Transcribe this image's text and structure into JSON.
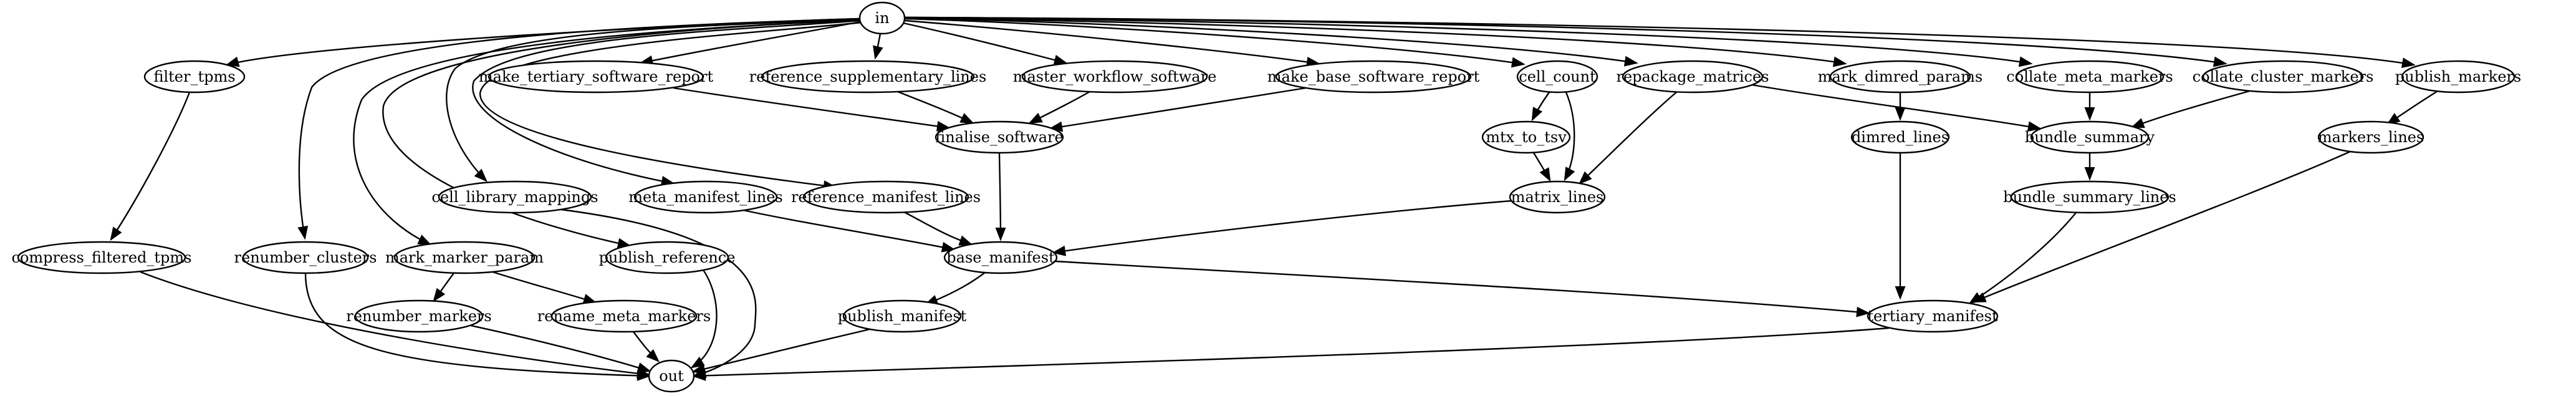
{
  "diagram": {
    "nodes": [
      {
        "id": "in",
        "label": "in"
      },
      {
        "id": "filter_tpms",
        "label": "filter_tpms"
      },
      {
        "id": "make_tertiary_software_report",
        "label": "make_tertiary_software_report"
      },
      {
        "id": "reference_supplementary_lines",
        "label": "reference_supplementary_lines"
      },
      {
        "id": "master_workflow_software",
        "label": "master_workflow_software"
      },
      {
        "id": "make_base_software_report",
        "label": "make_base_software_report"
      },
      {
        "id": "cell_count",
        "label": "cell_count"
      },
      {
        "id": "repackage_matrices",
        "label": "repackage_matrices"
      },
      {
        "id": "mark_dimred_params",
        "label": "mark_dimred_params"
      },
      {
        "id": "collate_meta_markers",
        "label": "collate_meta_markers"
      },
      {
        "id": "collate_cluster_markers",
        "label": "collate_cluster_markers"
      },
      {
        "id": "publish_markers",
        "label": "publish_markers"
      },
      {
        "id": "finalise_software",
        "label": "finalise_software"
      },
      {
        "id": "mtx_to_tsv",
        "label": "mtx_to_tsv"
      },
      {
        "id": "dimred_lines",
        "label": "dimred_lines"
      },
      {
        "id": "bundle_summary",
        "label": "bundle_summary"
      },
      {
        "id": "markers_lines",
        "label": "markers_lines"
      },
      {
        "id": "cell_library_mappings",
        "label": "cell_library_mappings"
      },
      {
        "id": "meta_manifest_lines",
        "label": "meta_manifest_lines"
      },
      {
        "id": "reference_manifest_lines",
        "label": "reference_manifest_lines"
      },
      {
        "id": "matrix_lines",
        "label": "matrix_lines"
      },
      {
        "id": "bundle_summary_lines",
        "label": "bundle_summary_lines"
      },
      {
        "id": "compress_filtered_tpms",
        "label": "compress_filtered_tpms"
      },
      {
        "id": "renumber_clusters",
        "label": "renumber_clusters"
      },
      {
        "id": "mark_marker_param",
        "label": "mark_marker_param"
      },
      {
        "id": "publish_reference",
        "label": "publish_reference"
      },
      {
        "id": "base_manifest",
        "label": "base_manifest"
      },
      {
        "id": "renumber_markers",
        "label": "renumber_markers"
      },
      {
        "id": "rename_meta_markers",
        "label": "rename_meta_markers"
      },
      {
        "id": "publish_manifest",
        "label": "publish_manifest"
      },
      {
        "id": "tertiary_manifest",
        "label": "tertiary_manifest"
      },
      {
        "id": "out",
        "label": "out"
      }
    ],
    "edges": [
      {
        "from": "in",
        "to": "filter_tpms"
      },
      {
        "from": "in",
        "to": "make_tertiary_software_report"
      },
      {
        "from": "in",
        "to": "reference_supplementary_lines"
      },
      {
        "from": "in",
        "to": "master_workflow_software"
      },
      {
        "from": "in",
        "to": "make_base_software_report"
      },
      {
        "from": "in",
        "to": "cell_count"
      },
      {
        "from": "in",
        "to": "repackage_matrices"
      },
      {
        "from": "in",
        "to": "mark_dimred_params"
      },
      {
        "from": "in",
        "to": "collate_meta_markers"
      },
      {
        "from": "in",
        "to": "collate_cluster_markers"
      },
      {
        "from": "in",
        "to": "publish_markers"
      },
      {
        "from": "in",
        "to": "cell_library_mappings"
      },
      {
        "from": "in",
        "to": "meta_manifest_lines"
      },
      {
        "from": "in",
        "to": "reference_manifest_lines"
      },
      {
        "from": "in",
        "to": "renumber_clusters"
      },
      {
        "from": "in",
        "to": "mark_marker_param"
      },
      {
        "from": "in",
        "to": "publish_reference"
      },
      {
        "from": "filter_tpms",
        "to": "compress_filtered_tpms"
      },
      {
        "from": "make_tertiary_software_report",
        "to": "finalise_software"
      },
      {
        "from": "reference_supplementary_lines",
        "to": "finalise_software"
      },
      {
        "from": "master_workflow_software",
        "to": "finalise_software"
      },
      {
        "from": "make_base_software_report",
        "to": "finalise_software"
      },
      {
        "from": "cell_count",
        "to": "mtx_to_tsv"
      },
      {
        "from": "cell_count",
        "to": "matrix_lines"
      },
      {
        "from": "repackage_matrices",
        "to": "matrix_lines"
      },
      {
        "from": "repackage_matrices",
        "to": "bundle_summary"
      },
      {
        "from": "mark_dimred_params",
        "to": "dimred_lines"
      },
      {
        "from": "collate_meta_markers",
        "to": "bundle_summary"
      },
      {
        "from": "collate_cluster_markers",
        "to": "bundle_summary"
      },
      {
        "from": "publish_markers",
        "to": "markers_lines"
      },
      {
        "from": "finalise_software",
        "to": "base_manifest"
      },
      {
        "from": "mtx_to_tsv",
        "to": "matrix_lines"
      },
      {
        "from": "dimred_lines",
        "to": "tertiary_manifest"
      },
      {
        "from": "bundle_summary",
        "to": "bundle_summary_lines"
      },
      {
        "from": "markers_lines",
        "to": "tertiary_manifest"
      },
      {
        "from": "cell_library_mappings",
        "to": "out"
      },
      {
        "from": "meta_manifest_lines",
        "to": "base_manifest"
      },
      {
        "from": "reference_manifest_lines",
        "to": "base_manifest"
      },
      {
        "from": "matrix_lines",
        "to": "base_manifest"
      },
      {
        "from": "bundle_summary_lines",
        "to": "tertiary_manifest"
      },
      {
        "from": "compress_filtered_tpms",
        "to": "out"
      },
      {
        "from": "renumber_clusters",
        "to": "out"
      },
      {
        "from": "mark_marker_param",
        "to": "renumber_markers"
      },
      {
        "from": "mark_marker_param",
        "to": "rename_meta_markers"
      },
      {
        "from": "publish_reference",
        "to": "out"
      },
      {
        "from": "base_manifest",
        "to": "publish_manifest"
      },
      {
        "from": "base_manifest",
        "to": "tertiary_manifest"
      },
      {
        "from": "renumber_markers",
        "to": "out"
      },
      {
        "from": "rename_meta_markers",
        "to": "out"
      },
      {
        "from": "publish_manifest",
        "to": "out"
      },
      {
        "from": "tertiary_manifest",
        "to": "out"
      }
    ]
  }
}
